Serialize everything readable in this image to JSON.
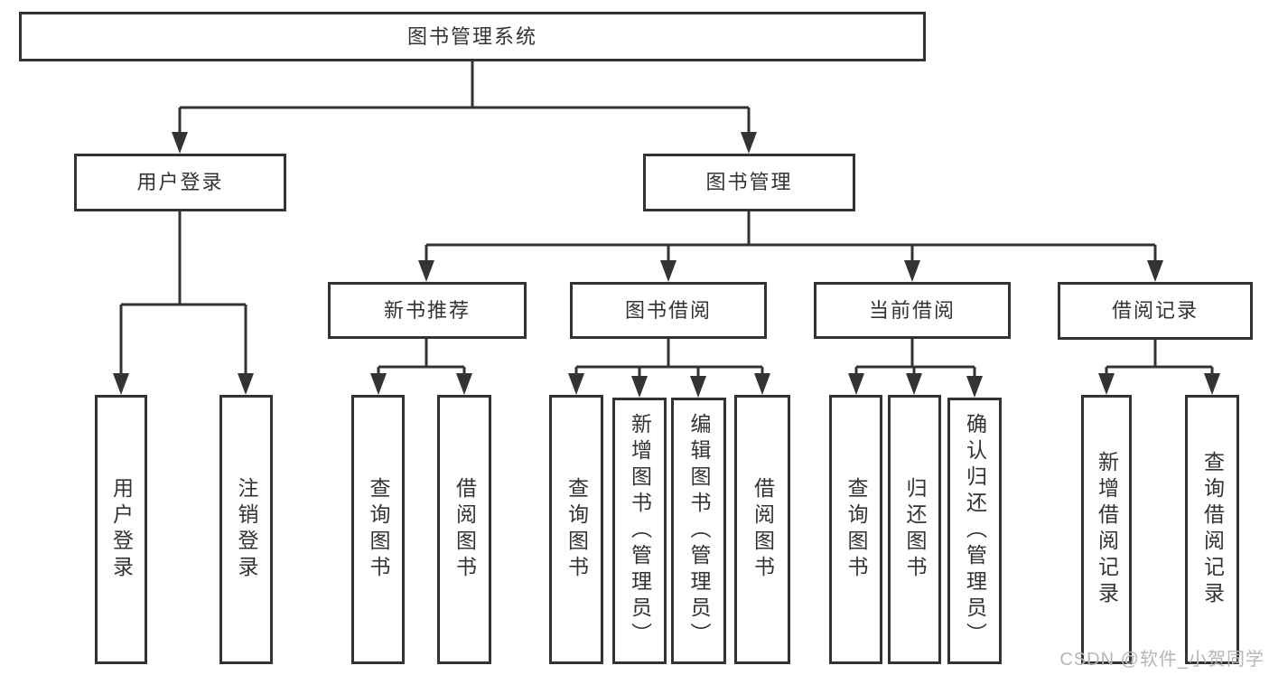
{
  "diagram": {
    "root": "图书管理系统",
    "level2": {
      "user": "用户登录",
      "books": "图书管理"
    },
    "level3": {
      "newbook": "新书推荐",
      "borrow": "图书借阅",
      "current": "当前借阅",
      "records": "借阅记录"
    },
    "leaves": {
      "user": [
        "用户登录",
        "注销登录"
      ],
      "newbook": [
        "查询图书",
        "借阅图书"
      ],
      "borrow": [
        "查询图书",
        "新增图书（管理员）",
        "编辑图书（管理员）",
        "借阅图书"
      ],
      "current": [
        "查询图书",
        "归还图书",
        "确认归还（管理员）"
      ],
      "records": [
        "新增借阅记录",
        "查询借阅记录"
      ]
    }
  },
  "colors": {
    "line": "#333333",
    "text": "#333333",
    "watermark": "#b6b6b6"
  },
  "watermark": "CSDN @软件_小贺同学"
}
